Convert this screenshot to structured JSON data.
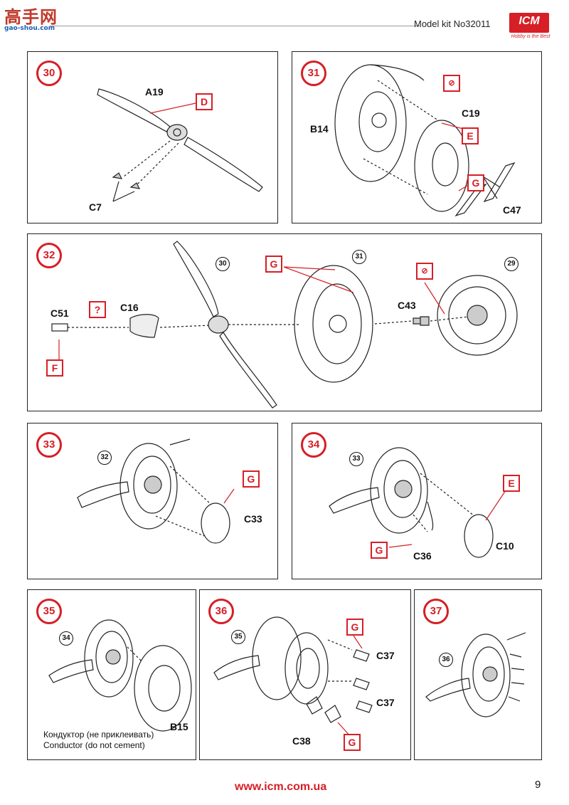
{
  "header": {
    "watermark_main": "高手网",
    "watermark_sub": "gao-shou.com",
    "title": "Model kit No32011",
    "logo": "ICM",
    "logo_tagline": "Hobby is the Best"
  },
  "steps": [
    {
      "number": "30",
      "labels": [
        "A19",
        "C7"
      ],
      "paint": [
        "D"
      ]
    },
    {
      "number": "31",
      "labels": [
        "B14",
        "C19",
        "C47"
      ],
      "paint": [
        "E",
        "G"
      ]
    },
    {
      "number": "32",
      "labels": [
        "C51",
        "C16",
        "C43"
      ],
      "paint": [
        "?",
        "F",
        "G"
      ],
      "refs": [
        "30",
        "31",
        "29"
      ]
    },
    {
      "number": "33",
      "labels": [
        "C33"
      ],
      "paint": [
        "G"
      ],
      "refs": [
        "32"
      ]
    },
    {
      "number": "34",
      "labels": [
        "C36",
        "C10"
      ],
      "paint": [
        "G",
        "E"
      ],
      "refs": [
        "33"
      ]
    },
    {
      "number": "35",
      "labels": [
        "B15"
      ],
      "refs": [
        "34"
      ],
      "note_ru": "Кондуктор (не приклеивать)",
      "note_en": "Conductor (do not cement)"
    },
    {
      "number": "36",
      "labels": [
        "C37",
        "C37",
        "C38"
      ],
      "paint": [
        "G",
        "G"
      ],
      "refs": [
        "35"
      ]
    },
    {
      "number": "37",
      "refs": [
        "36"
      ]
    }
  ],
  "icons": [
    "no-glue-icon"
  ],
  "colors": {
    "accent_red": "#d61f26",
    "line": "#222222"
  },
  "footer": {
    "url": "www.icm.com.ua",
    "page": "9"
  }
}
